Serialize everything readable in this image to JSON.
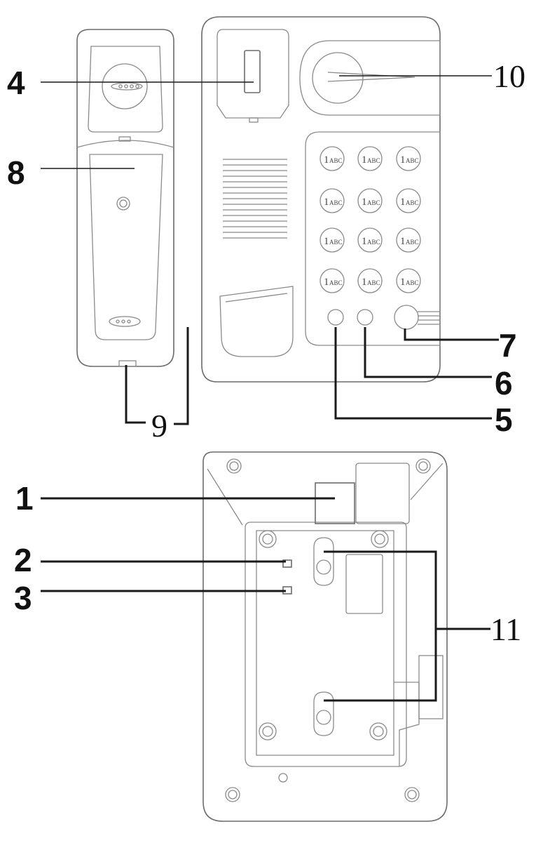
{
  "callouts": {
    "c1": "1",
    "c2": "2",
    "c3": "3",
    "c4": "4",
    "c5": "5",
    "c6": "6",
    "c7": "7",
    "c8": "8",
    "c9": "9",
    "c10": "10",
    "c11": "11"
  },
  "keypad": {
    "digit": "1",
    "letters": "ABC",
    "rows": 4,
    "columns": 3
  },
  "colors": {
    "outline": "#8a8a8a",
    "leader": "#1a1a1a",
    "background": "#ffffff"
  }
}
